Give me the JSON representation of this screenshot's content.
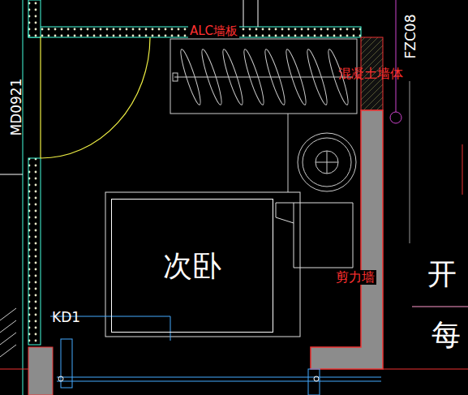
{
  "diagram": {
    "nodes": [
      {
        "text": [
          "次卧"
        ]
      }
    ],
    "labels": [
      "ALC墙板",
      "混凝土墙体",
      "剪力墙",
      "MD0921",
      "KD1",
      "FZC08",
      "开",
      "每"
    ]
  }
}
